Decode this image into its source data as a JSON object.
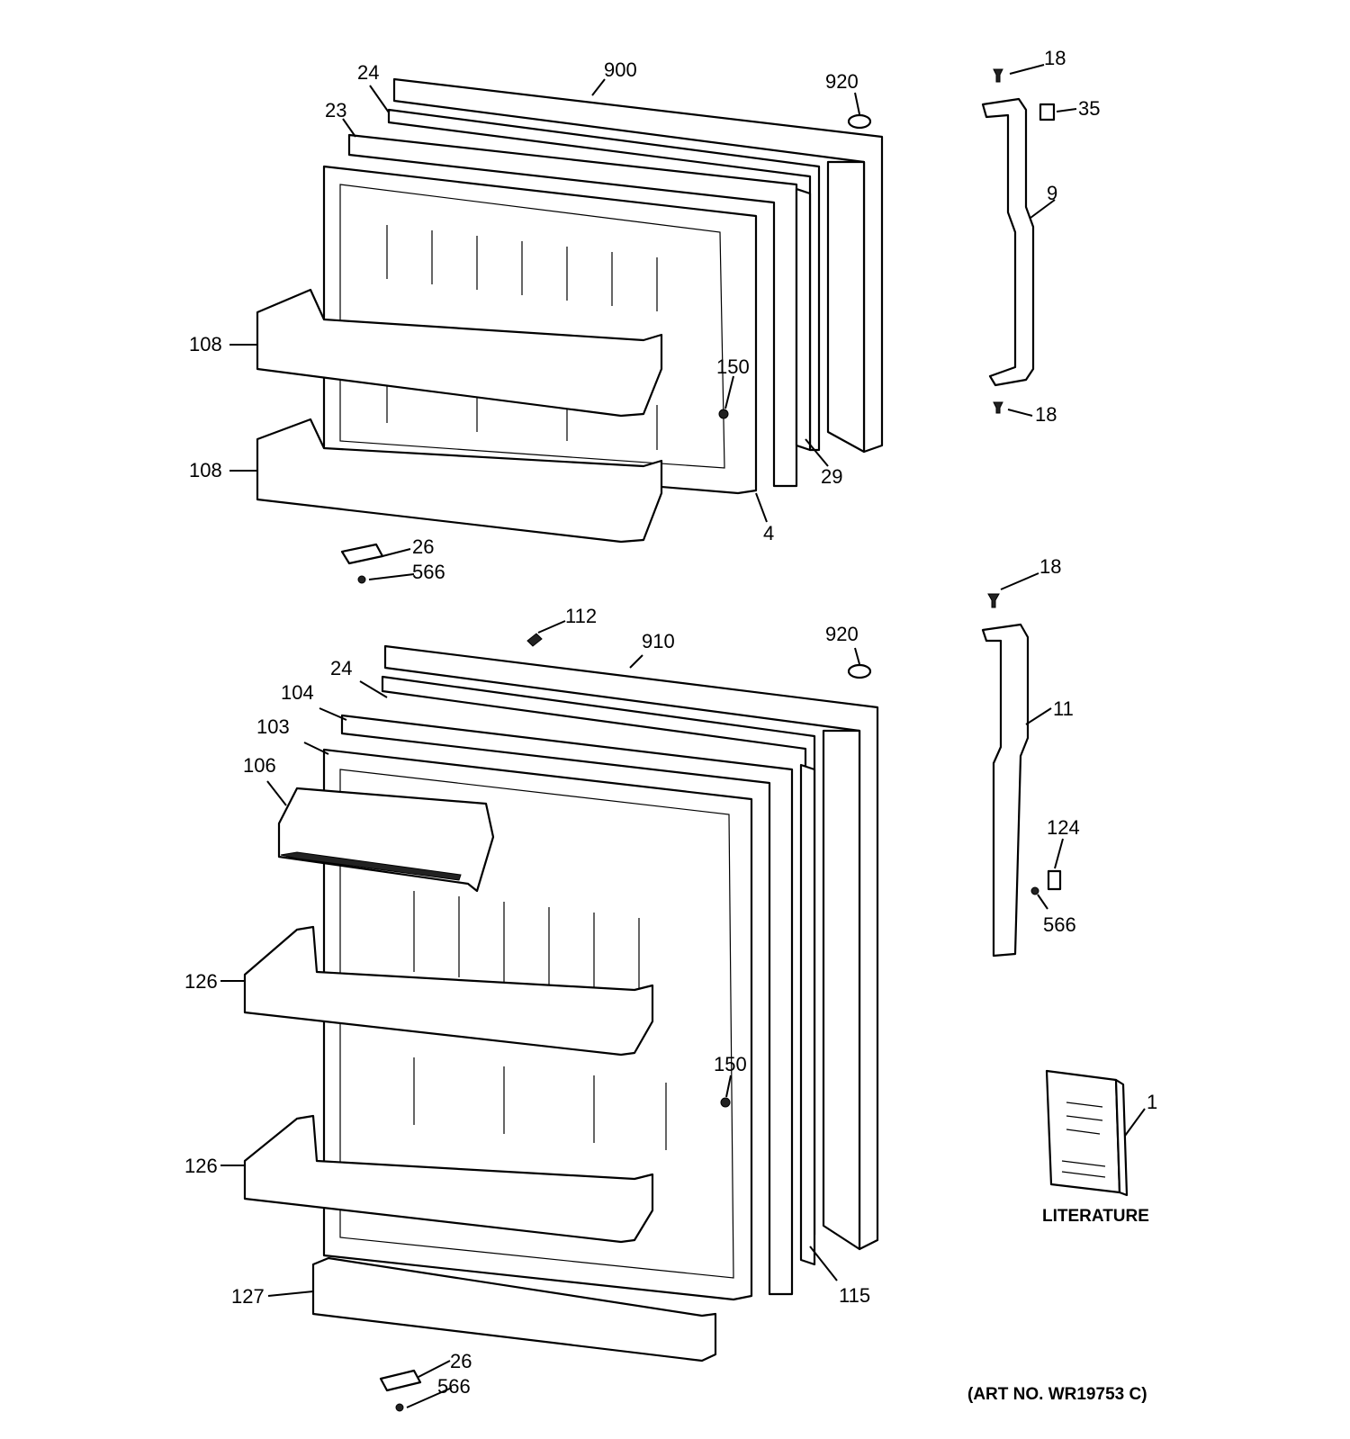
{
  "callouts": {
    "c24_top": "24",
    "c900": "900",
    "c920_top": "920",
    "c23": "23",
    "c108_a": "108",
    "c108_b": "108",
    "c150_top": "150",
    "c29": "29",
    "c4": "4",
    "c26_top": "26",
    "c566_top": "566",
    "c18_a": "18",
    "c35": "35",
    "c9": "9",
    "c18_b": "18",
    "c112": "112",
    "c910": "910",
    "c920_bot": "920",
    "c24_bot": "24",
    "c104": "104",
    "c103": "103",
    "c106": "106",
    "c126_a": "126",
    "c126_b": "126",
    "c150_bot": "150",
    "c127": "127",
    "c115": "115",
    "c26_bot": "26",
    "c566_bot": "566",
    "c18_c": "18",
    "c11": "11",
    "c124": "124",
    "c566_handle": "566",
    "c1": "1"
  },
  "captions": {
    "literature": "LITERATURE",
    "art_no": "(ART NO. WR19753 C)"
  }
}
